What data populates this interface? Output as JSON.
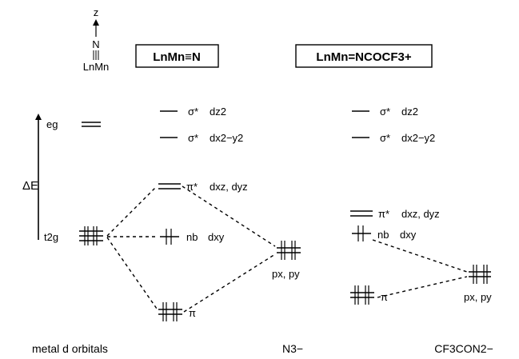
{
  "axis": {
    "z_label": "z",
    "n_label": "N",
    "mn_label": "LnMn",
    "delta_e": "ΔE"
  },
  "metal": {
    "eg": "eg",
    "t2g": "t2g",
    "caption": "metal d orbitals"
  },
  "left_complex": {
    "title": "LnMn≡N",
    "sigma_z2": {
      "label": "σ*",
      "orbital": "dz2"
    },
    "sigma_x2y2": {
      "label": "σ*",
      "orbital": "dx2−y2"
    },
    "pi_star": {
      "label": "π*",
      "orbital": "dxz, dyz"
    },
    "nb": {
      "label": "nb",
      "orbital": "dxy"
    },
    "pi": {
      "label": "π"
    }
  },
  "nitride": {
    "orbital": "px, py",
    "caption": "N3−"
  },
  "right_complex": {
    "title": "LnMn=NCOCF3+",
    "sigma_z2": {
      "label": "σ*",
      "orbital": "dz2"
    },
    "sigma_x2y2": {
      "label": "σ*",
      "orbital": "dx2−y2"
    },
    "pi_star": {
      "label": "π*",
      "orbital": "dxz, dyz"
    },
    "nb": {
      "label": "nb",
      "orbital": "dxy"
    },
    "pi": {
      "label": "π"
    }
  },
  "ligand": {
    "orbital": "px, py",
    "caption": "CF3CON2−"
  }
}
